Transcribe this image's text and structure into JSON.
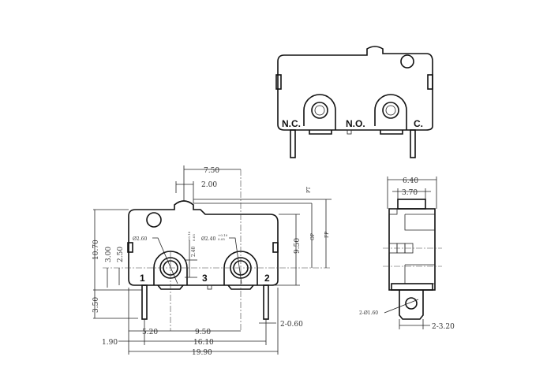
{
  "top_view": {
    "terminals": [
      "N.C.",
      "N.O.",
      "C."
    ]
  },
  "front_view": {
    "terminals": [
      "1",
      "3",
      "2"
    ],
    "dimensions": {
      "d_7_50": "7.50",
      "d_2_00": "2.00",
      "pt": "PT",
      "op": "OP",
      "fp": "FP",
      "d_9_50_v": "9.50",
      "d_10_70": "10.70",
      "d_3_00": "3.00",
      "d_2_50": "2.50",
      "d_3_50": "3.50",
      "hole1": "Ø2.60",
      "hole2": "Ø2.40",
      "hole2_tol_up": "+0.10",
      "hole2_tol_dn": "0.05",
      "d_2_40": "2.40",
      "d_2_40_tol_up": "+0.10",
      "d_2_40_tol_dn": "0.05",
      "d_5_20": "5.20",
      "d_9_50_h": "9.50",
      "d_1_90": "1.90",
      "d_16_10": "16.10",
      "d_19_90": "19.90",
      "pin_w": "2-0.60"
    }
  },
  "side_view": {
    "dimensions": {
      "d_6_40": "6.40",
      "d_3_70": "3.70",
      "hole": "2-Ø1.60",
      "tab": "2-3.20"
    }
  }
}
